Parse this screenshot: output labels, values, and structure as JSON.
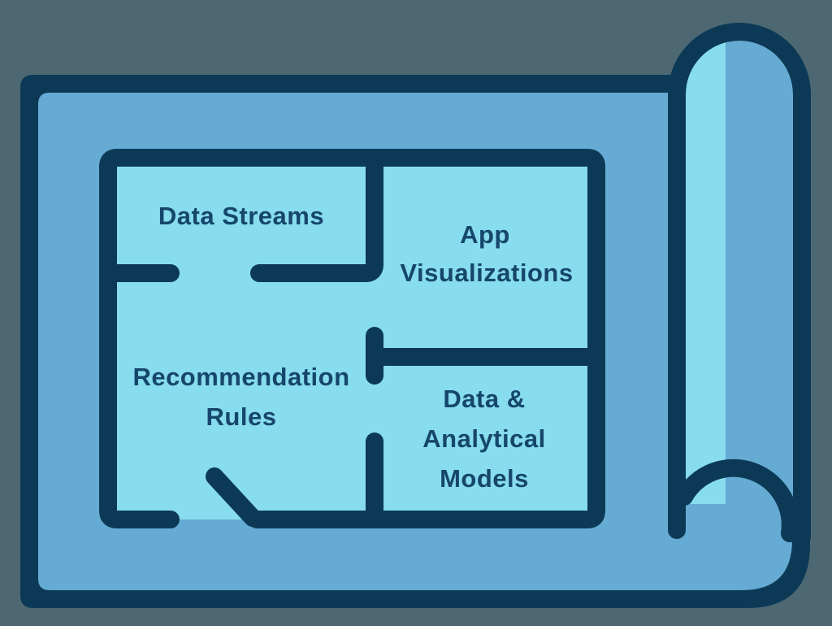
{
  "illustration": {
    "type": "blueprint-floor-plan",
    "colors": {
      "background": "#4d6872",
      "outline": "#0c3a56",
      "paper": "#66abd3",
      "room_fill": "#87dcee",
      "roll_highlight": "#87dcee",
      "label_text": "#16466b"
    },
    "rooms": [
      {
        "id": "data-streams",
        "label": "Data Streams",
        "lines": [
          "Data Streams"
        ]
      },
      {
        "id": "app-visualizations",
        "label": "App Visualizations",
        "lines": [
          "App",
          "Visualizations"
        ]
      },
      {
        "id": "recommendation-rules",
        "label": "Recommendation Rules",
        "lines": [
          "Recommendation",
          "Rules"
        ]
      },
      {
        "id": "data-analytical-models",
        "label": "Data & Analytical Models",
        "lines": [
          "Data &",
          "Analytical",
          "Models"
        ]
      }
    ]
  }
}
